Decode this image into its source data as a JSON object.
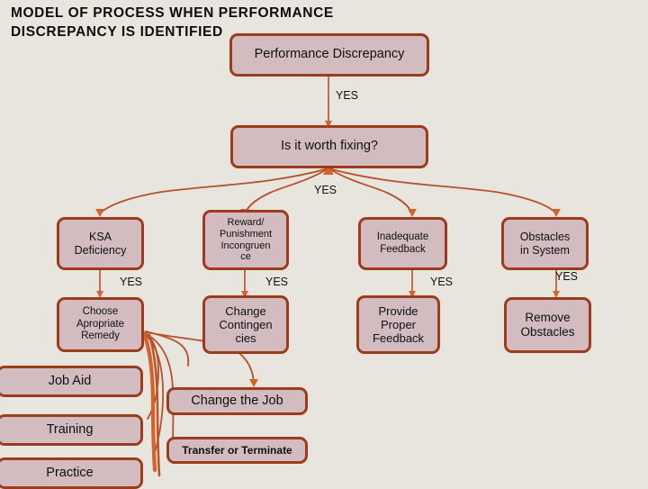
{
  "title": {
    "line1": "MODEL OF PROCESS WHEN PERFORMANCE",
    "line2": "DISCREPANCY IS IDENTIFIED",
    "full": "MODEL OF PROCESS WHEN PERFORMANCE DISCREPANCY IS IDENTIFIED"
  },
  "colors": {
    "background": "#e8e4de",
    "node_fill": "#d2bcc0",
    "node_border": "#9c3c1c",
    "connector": "#b4512c",
    "text": "#101010"
  },
  "nodes": {
    "performance_discrepancy": {
      "label": "Performance Discrepancy"
    },
    "worth_fixing": {
      "label": "Is it worth fixing?"
    },
    "ksa_deficiency": {
      "label": "KSA\nDeficiency"
    },
    "reward_punishment": {
      "label": "Reward/\nPunishment\nIncongruen\nce"
    },
    "inadequate_feedback": {
      "label": "Inadequate\nFeedback"
    },
    "obstacles_in_system": {
      "label": "Obstacles\nin System"
    },
    "choose_remedy": {
      "label": "Choose\nApropriate\nRemedy"
    },
    "change_contingencies": {
      "label": "Change\nContingen\ncies"
    },
    "provide_feedback": {
      "label": "Provide\nProper\nFeedback"
    },
    "remove_obstacles": {
      "label": "Remove\nObstacles"
    },
    "job_aid": {
      "label": "Job Aid"
    },
    "training": {
      "label": "Training"
    },
    "practice": {
      "label": "Practice"
    },
    "change_the_job": {
      "label": "Change the Job"
    },
    "transfer_or_terminate": {
      "label": "Transfer or Terminate"
    }
  },
  "edge_labels": {
    "yes_top": "YES",
    "yes_fanout": "YES",
    "yes_ksa": "YES",
    "yes_reward": "YES",
    "yes_feedback": "YES",
    "yes_obstacles": "YES"
  },
  "chart_data": {
    "type": "diagram",
    "diagram_kind": "flowchart",
    "title": "MODEL OF PROCESS WHEN PERFORMANCE DISCREPANCY IS IDENTIFIED",
    "levels": [
      [
        "Performance Discrepancy"
      ],
      [
        "Is it worth fixing?"
      ],
      [
        "KSA Deficiency",
        "Reward/Punishment Incongruence",
        "Inadequate Feedback",
        "Obstacles in System"
      ],
      [
        "Choose Apropriate Remedy",
        "Change Contingencies",
        "Provide Proper Feedback",
        "Remove Obstacles"
      ],
      [
        "Job Aid",
        "Training",
        "Practice",
        "Change the Job",
        "Transfer or Terminate"
      ]
    ],
    "edges": [
      {
        "from": "Performance Discrepancy",
        "to": "Is it worth fixing?",
        "label": "YES"
      },
      {
        "from": "Is it worth fixing?",
        "to": "KSA Deficiency",
        "label": "YES"
      },
      {
        "from": "Is it worth fixing?",
        "to": "Reward/Punishment Incongruence",
        "label": "YES"
      },
      {
        "from": "Is it worth fixing?",
        "to": "Inadequate Feedback",
        "label": "YES"
      },
      {
        "from": "Is it worth fixing?",
        "to": "Obstacles in System",
        "label": "YES"
      },
      {
        "from": "KSA Deficiency",
        "to": "Choose Apropriate Remedy",
        "label": "YES"
      },
      {
        "from": "Reward/Punishment Incongruence",
        "to": "Change Contingencies",
        "label": "YES"
      },
      {
        "from": "Inadequate Feedback",
        "to": "Provide Proper Feedback",
        "label": "YES"
      },
      {
        "from": "Obstacles in System",
        "to": "Remove Obstacles",
        "label": "YES"
      },
      {
        "from": "Choose Apropriate Remedy",
        "to": "Job Aid",
        "label": ""
      },
      {
        "from": "Choose Apropriate Remedy",
        "to": "Training",
        "label": ""
      },
      {
        "from": "Choose Apropriate Remedy",
        "to": "Practice",
        "label": ""
      },
      {
        "from": "Choose Apropriate Remedy",
        "to": "Change the Job",
        "label": ""
      },
      {
        "from": "Choose Apropriate Remedy",
        "to": "Transfer or Terminate",
        "label": ""
      }
    ]
  }
}
